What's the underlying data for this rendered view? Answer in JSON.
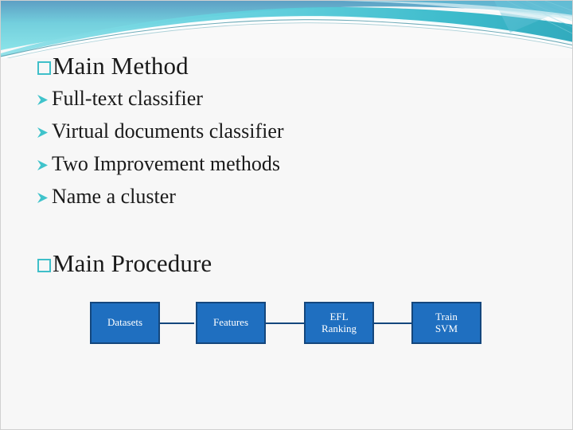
{
  "slide": {
    "background_color": "#f7f7f7",
    "accent_color": "#3fbfc9",
    "box_fill_color": "#1f6fc0",
    "box_border_color": "#14477d",
    "text_color": "#1a1a1a"
  },
  "sections": [
    {
      "id": "main-method",
      "bullet_icon": "open-square-bullet",
      "heading": "Main Method",
      "items": [
        {
          "bullet_icon": "arrow-bullet",
          "label": "Full-text classifier"
        },
        {
          "bullet_icon": "arrow-bullet",
          "label": "Virtual documents classifier"
        },
        {
          "bullet_icon": "arrow-bullet",
          "label": "Two Improvement methods"
        },
        {
          "bullet_icon": "arrow-bullet",
          "label": "Name a  cluster"
        }
      ]
    },
    {
      "id": "main-procedure",
      "bullet_icon": "open-square-bullet",
      "heading": "Main Procedure",
      "items": []
    }
  ],
  "flow": {
    "boxes": [
      {
        "id": "datasets",
        "line1": "Datasets",
        "line2": ""
      },
      {
        "id": "features",
        "line1": "Features",
        "line2": ""
      },
      {
        "id": "efl-ranking",
        "line1": "EFL",
        "line2": "Ranking"
      },
      {
        "id": "train-svm",
        "line1": "Train",
        "line2": "SVM"
      }
    ]
  }
}
